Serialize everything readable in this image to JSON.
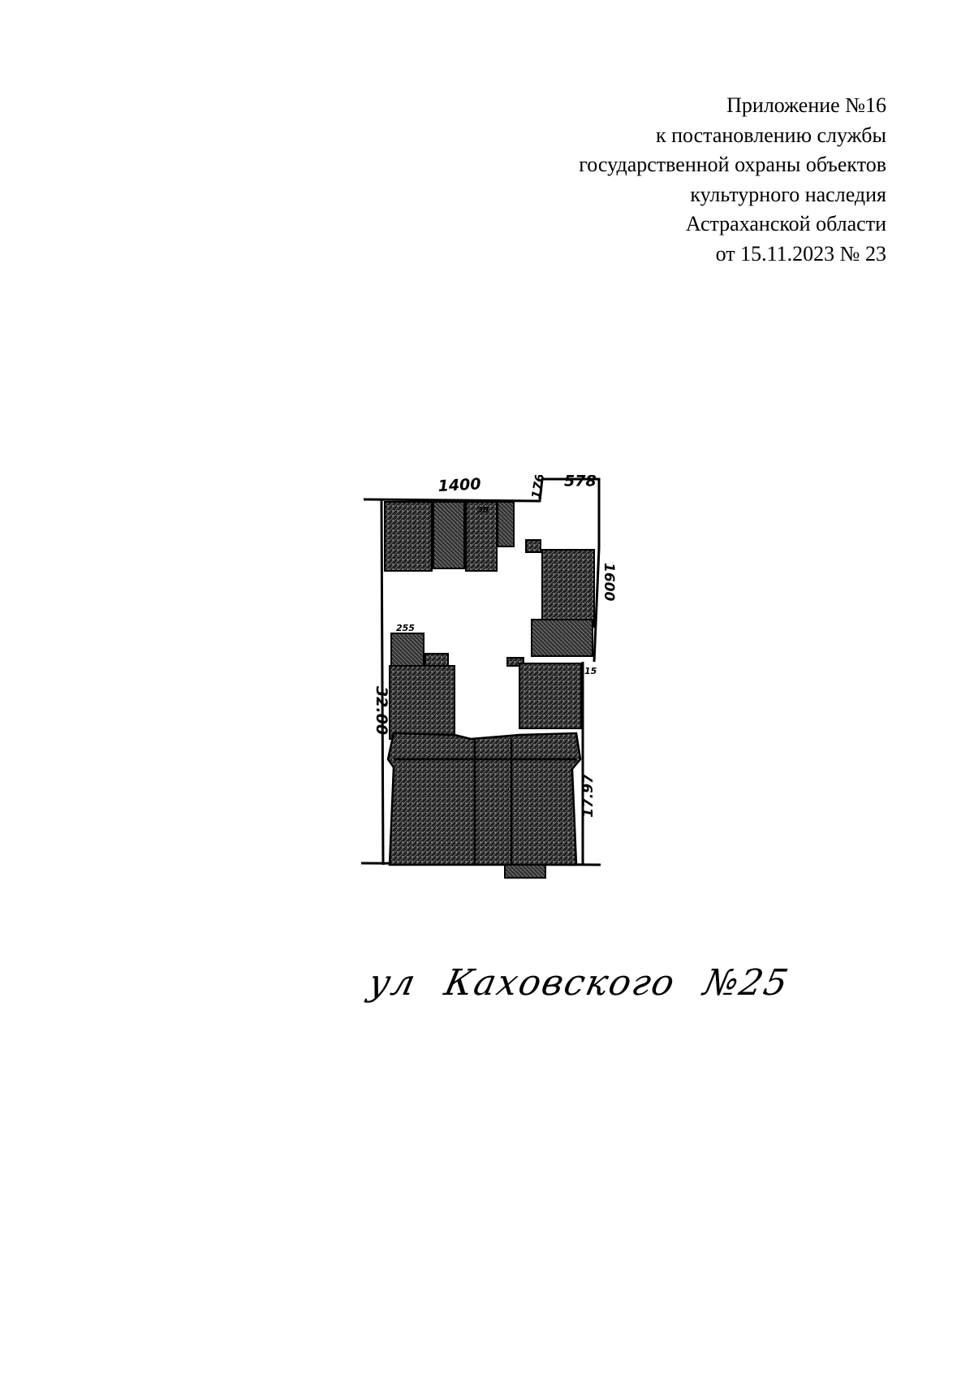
{
  "header": {
    "lines": [
      "Приложение №16",
      "к постановлению службы",
      "государственной охраны объектов",
      "культурного наследия",
      "Астраханской области",
      "от 15.11.2023 № 23"
    ]
  },
  "plan": {
    "dimensions": {
      "top_left": "1400",
      "top_step": "176",
      "top_right": "578",
      "right_upper": "1600",
      "left": "32.00",
      "right_lower": "17.97",
      "small_left": "255",
      "small_right": "15",
      "small_top": "30"
    }
  },
  "caption": {
    "part1": "ул",
    "part2": "Каховского",
    "part3": "№25"
  }
}
